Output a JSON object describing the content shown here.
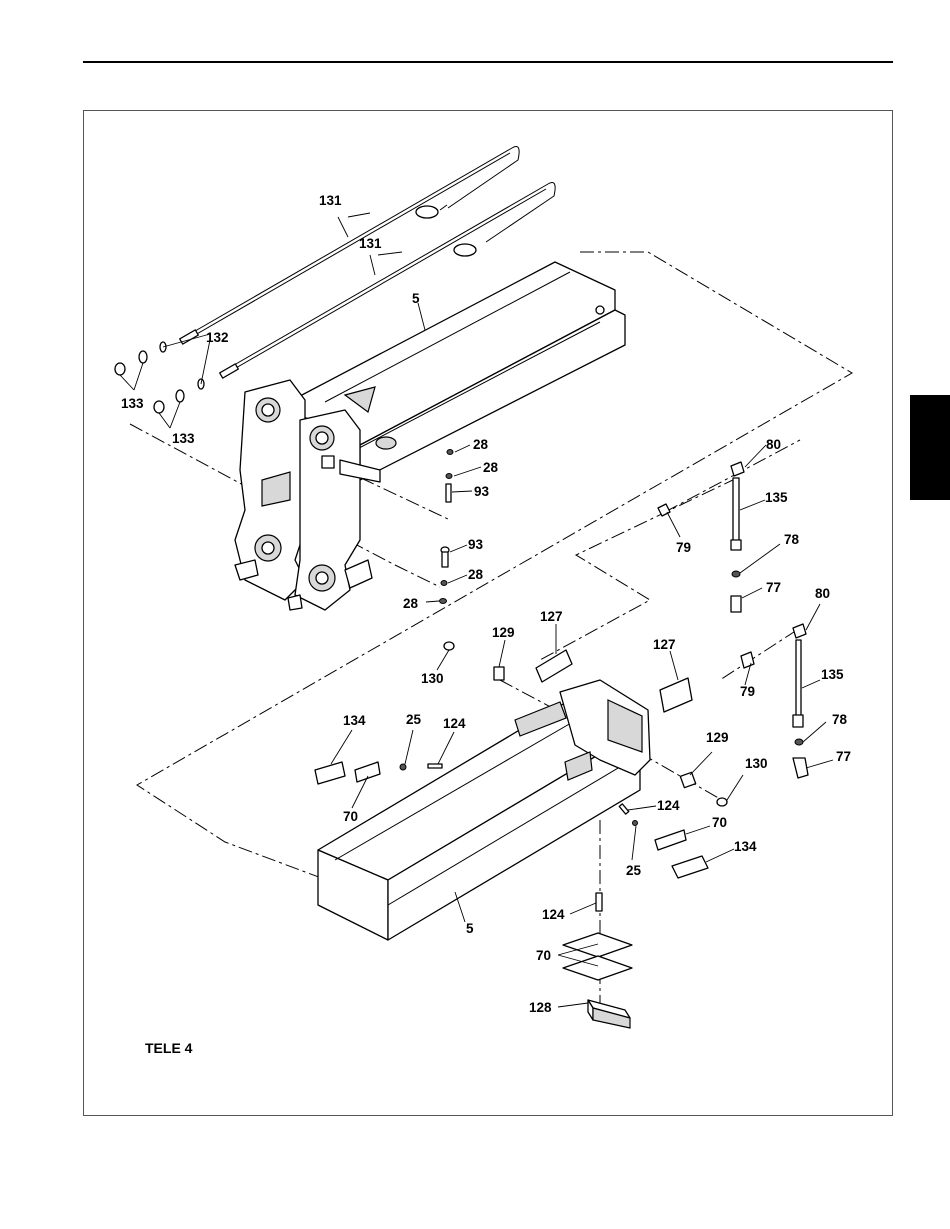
{
  "figure": {
    "caption": "TELE 4"
  },
  "callouts": {
    "c131a": "131",
    "c131b": "131",
    "c132": "132",
    "c133a": "133",
    "c133b": "133",
    "c5a": "5",
    "c5b": "5",
    "c28a": "28",
    "c28b": "28",
    "c28c": "28",
    "c28d": "28",
    "c93a": "93",
    "c93b": "93",
    "c80a": "80",
    "c80b": "80",
    "c135a": "135",
    "c135b": "135",
    "c79a": "79",
    "c79b": "79",
    "c78a": "78",
    "c78b": "78",
    "c77a": "77",
    "c77b": "77",
    "c127a": "127",
    "c127b": "127",
    "c129a": "129",
    "c129b": "129",
    "c130a": "130",
    "c130b": "130",
    "c134a": "134",
    "c134b": "134",
    "c25a": "25",
    "c25b": "25",
    "c124a": "124",
    "c124b": "124",
    "c124c": "124",
    "c70a": "70",
    "c70b": "70",
    "c70c": "70",
    "c128": "128"
  }
}
